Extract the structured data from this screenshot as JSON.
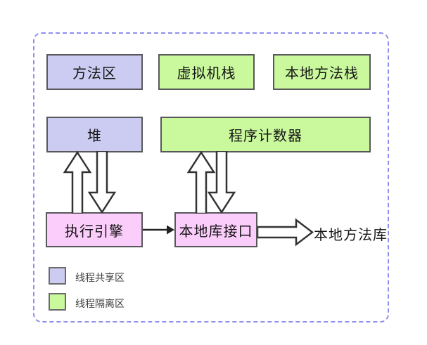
{
  "diagram": {
    "boxes": [
      {
        "id": "method-area",
        "label": "方法区",
        "group": "thread-shared"
      },
      {
        "id": "vm-stack",
        "label": "虚拟机栈",
        "group": "thread-isolated"
      },
      {
        "id": "native-method-stack",
        "label": "本地方法栈",
        "group": "thread-isolated"
      },
      {
        "id": "heap",
        "label": "堆",
        "group": "thread-shared"
      },
      {
        "id": "program-counter",
        "label": "程序计数器",
        "group": "thread-isolated"
      },
      {
        "id": "execution-engine",
        "label": "执行引擎",
        "group": "engine"
      },
      {
        "id": "native-interface",
        "label": "本地库接口",
        "group": "engine"
      }
    ],
    "external_label": "本地方法库",
    "connections": [
      {
        "from": "heap",
        "to": "execution-engine",
        "style": "hollow-block-arrow",
        "direction": "both"
      },
      {
        "from": "program-counter",
        "to": "native-interface",
        "style": "hollow-block-arrow",
        "direction": "both"
      },
      {
        "from": "execution-engine",
        "to": "native-interface",
        "style": "thin-solid-arrow",
        "direction": "right"
      },
      {
        "from": "native-interface",
        "to": "本地方法库",
        "style": "hollow-block-arrow",
        "direction": "right"
      }
    ],
    "legend": [
      {
        "label": "线程共享区",
        "color": "#ccccf2"
      },
      {
        "label": "线程隔离区",
        "color": "#caf99d"
      }
    ],
    "colors": {
      "thread_shared_fill": "#ccccf2",
      "thread_isolated_fill": "#caf99d",
      "engine_fill": "#fbcdfb",
      "box_border": "#58585c",
      "dashed_frame_border": "#8f8fee",
      "arrow_outline": "#333333",
      "thin_arrow": "#222222",
      "background": "#ffffff"
    }
  }
}
